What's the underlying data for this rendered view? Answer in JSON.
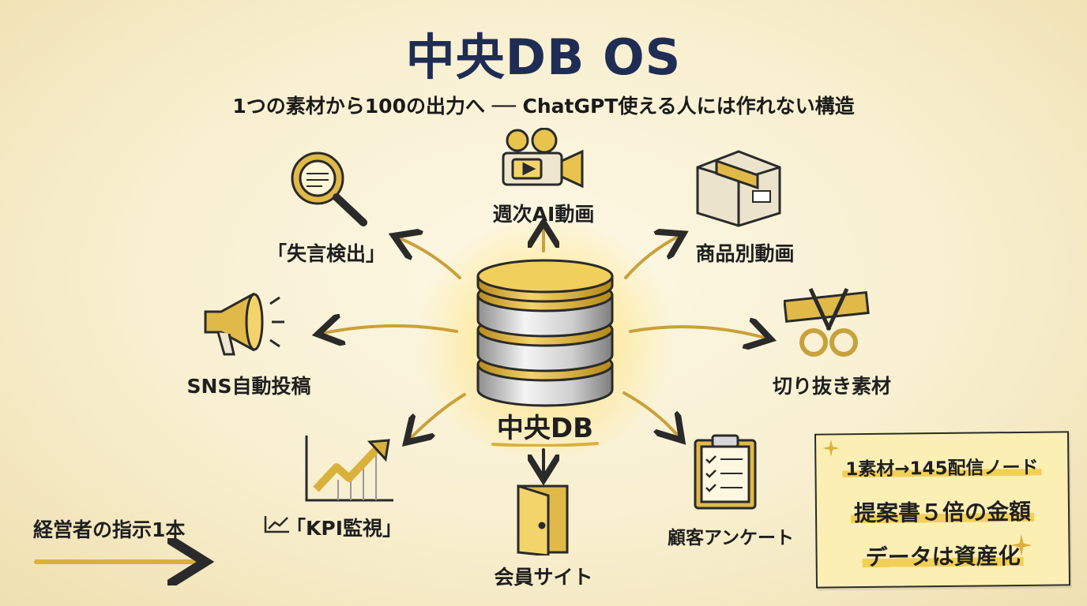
{
  "title": "中央DB OS",
  "subtitle": "1つの素材から100の出力へ ── ChatGPT使える人には作れない構造",
  "center": {
    "label": "中央DB"
  },
  "outputs": {
    "weekly_ai_video": "週次AI動画",
    "product_video": "商品別動画",
    "clip_material": "切り抜き素材",
    "customer_survey": "顧客アンケート",
    "member_site": "会員サイト",
    "kpi_monitor": "「KPI監視」",
    "sns_auto_post": "SNS自動投稿",
    "gaffe_detection": "「失言検出」"
  },
  "leader": {
    "label": "経営者の指示1本"
  },
  "note": {
    "line1": "1素材→145配信ノード",
    "line2": "提案書５倍の金額",
    "line3": "データは資産化"
  },
  "colors": {
    "gold": "#d9b13b",
    "navy": "#1f2d55",
    "ink": "#2a2a2a",
    "note_bg": "#fbefb4"
  }
}
